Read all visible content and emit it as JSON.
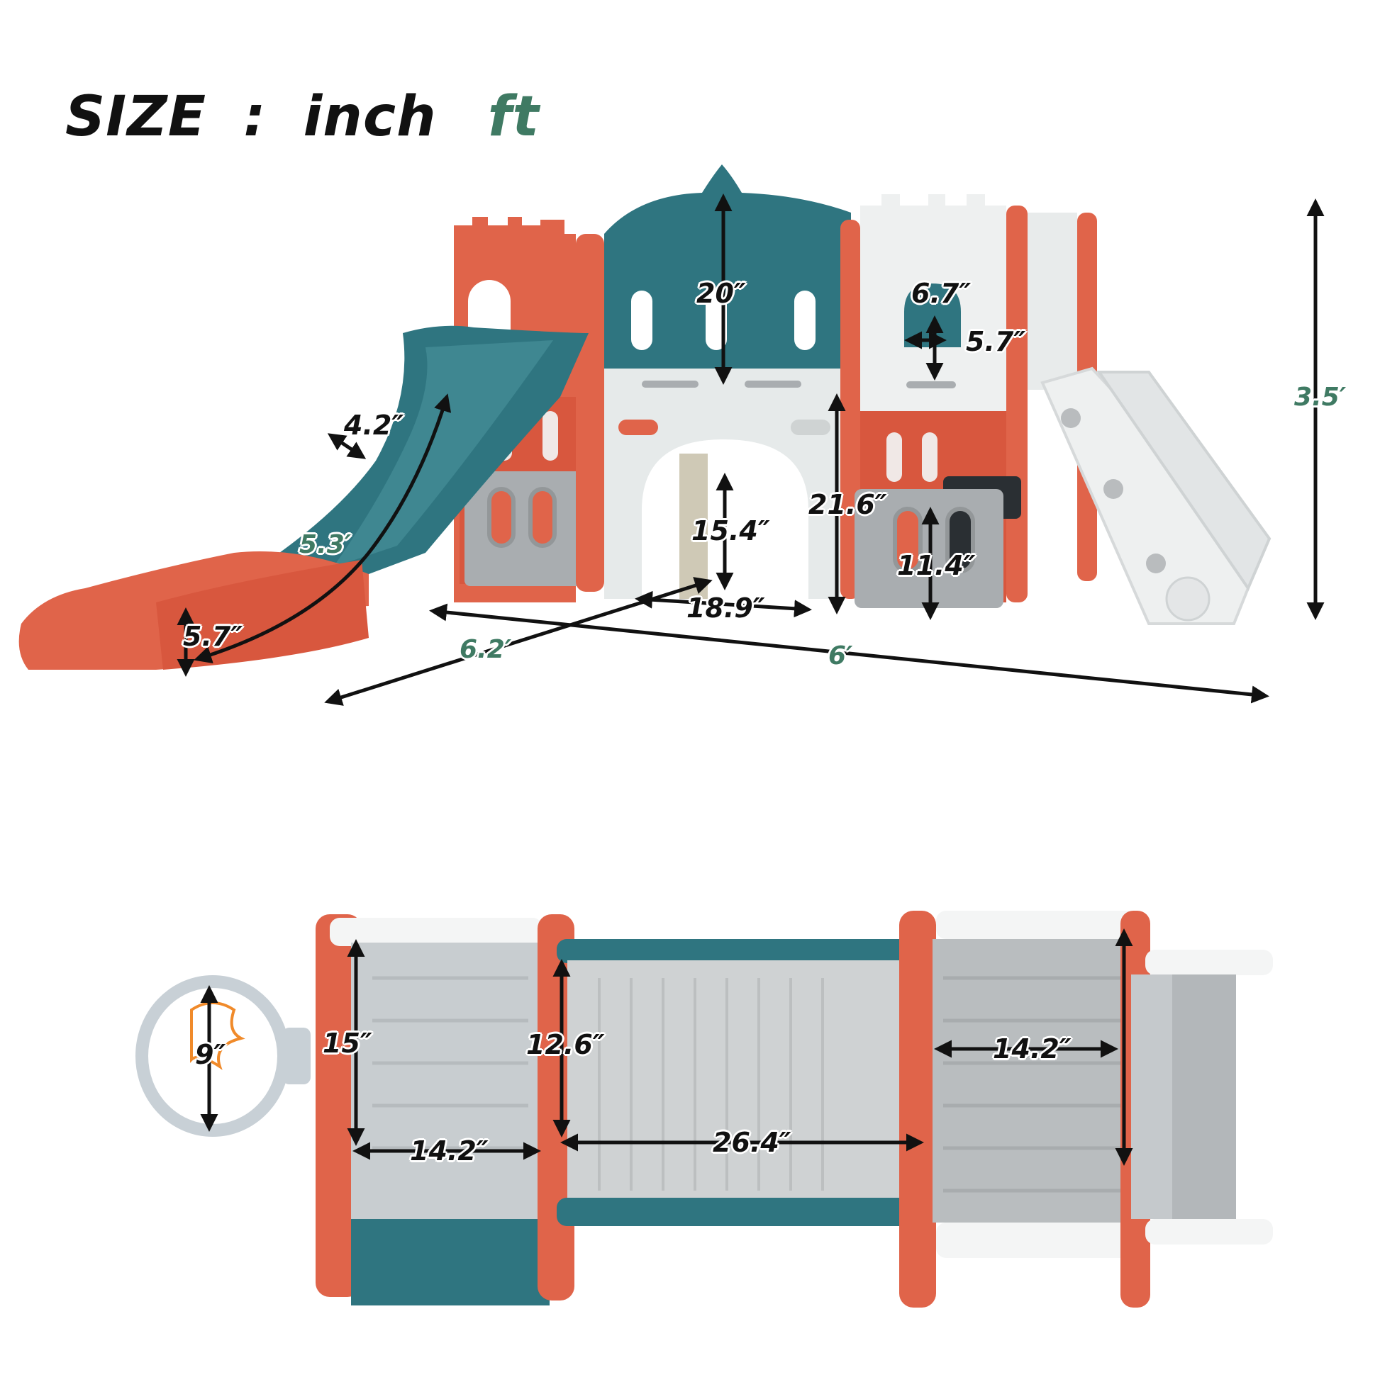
{
  "title": {
    "size_label": "SIZE",
    "separator": ":",
    "unit_inch": "inch",
    "unit_ft": "ft"
  },
  "colors": {
    "teal": "#2f7580",
    "coral": "#e0644a",
    "light_gray": "#dfe3e3",
    "gray_panel": "#a9adb0",
    "white_plastic": "#f2f3f3",
    "dim_ft_green": "#3f7a63",
    "arrow": "#111111"
  },
  "front_view": {
    "dimensions_inch": [
      {
        "id": "tower-wall-height",
        "value": "20″"
      },
      {
        "id": "window-height",
        "value": "6.7″"
      },
      {
        "id": "window-width",
        "value": "5.7″"
      },
      {
        "id": "slide-channel-width",
        "value": "4.2″"
      },
      {
        "id": "tunnel-height",
        "value": "15.4″"
      },
      {
        "id": "platform-height",
        "value": "21.6″"
      },
      {
        "id": "tunnel-width",
        "value": "18.9″"
      },
      {
        "id": "gate-panel-height",
        "value": "11.4″"
      },
      {
        "id": "slide-end-height",
        "value": "5.7″"
      }
    ],
    "dimensions_ft": [
      {
        "id": "slide-length",
        "value": "5.3′"
      },
      {
        "id": "depth",
        "value": "6.2′"
      },
      {
        "id": "overall-width",
        "value": "6′"
      },
      {
        "id": "overall-height",
        "value": "3.5′"
      }
    ]
  },
  "top_view": {
    "dimensions_inch": [
      {
        "id": "hoop-diameter",
        "value": "9″"
      },
      {
        "id": "left-room-depth",
        "value": "15″"
      },
      {
        "id": "left-room-width",
        "value": "14.2″"
      },
      {
        "id": "tunnel-depth",
        "value": "12.6″"
      },
      {
        "id": "tunnel-length",
        "value": "26.4″"
      },
      {
        "id": "right-room-width",
        "value": "14.2″"
      }
    ]
  }
}
